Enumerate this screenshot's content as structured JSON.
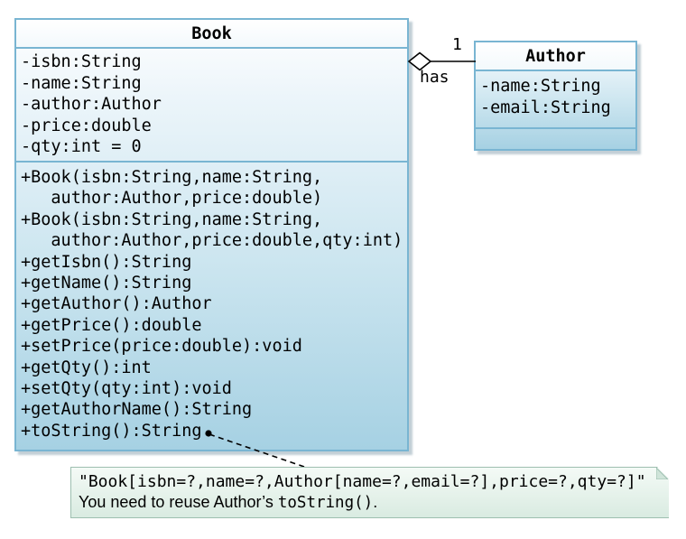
{
  "book": {
    "title": "Book",
    "attributes": [
      "-isbn:String",
      "-name:String",
      "-author:Author",
      "-price:double",
      "-qty:int = 0"
    ],
    "methods": [
      "+Book(isbn:String,name:String,",
      "   author:Author,price:double)",
      "+Book(isbn:String,name:String,",
      "   author:Author,price:double,qty:int)",
      "+getIsbn():String",
      "+getName():String",
      "+getAuthor():Author",
      "+getPrice():double",
      "+setPrice(price:double):void",
      "+getQty():int",
      "+setQty(qty:int):void",
      "+getAuthorName():String",
      "+toString():String"
    ]
  },
  "author": {
    "title": "Author",
    "attributes": [
      "-name:String",
      "-email:String"
    ],
    "methods": []
  },
  "relationship": {
    "type": "aggregation",
    "label": "has",
    "multiplicity": "1"
  },
  "note": {
    "line1": "\"Book[isbn=?,name=?,Author[name=?,email=?],price=?,qty=?]\"",
    "line2_prefix": "You need to reuse Author’s ",
    "line2_code": "toString()",
    "line2_suffix": "."
  },
  "colors": {
    "class_border": "#79b5d2",
    "class_fill_bottom": "#a6d1e3",
    "note_border": "#9dbfb0",
    "note_fill_bottom": "#d9ebe1",
    "connector": "#000000"
  }
}
